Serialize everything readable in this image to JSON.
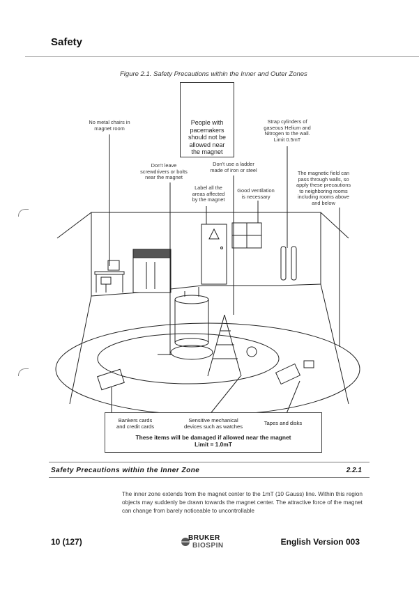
{
  "header": {
    "section_title": "Safety"
  },
  "figure": {
    "caption": "Figure 2.1.   Safety Precautions within the Inner and Outer Zones",
    "warning_sign": [
      "People with",
      "pacemakers",
      "should not be",
      "allowed near",
      "the magnet"
    ],
    "labels": {
      "no_metal_chairs": [
        "No metal chairs in",
        "magnet room"
      ],
      "strap_cylinders": [
        "Strap cylinders of",
        "gaseous Helium and",
        "Nitrogen to the wall.",
        "Limit 0.5mT"
      ],
      "screwdrivers": [
        "Don't leave",
        "screwdrivers or bolts",
        "near the magnet"
      ],
      "ladder": [
        "Don't use a ladder",
        "made of iron or steel"
      ],
      "field_walls": [
        "The magnetic field can",
        "pass through walls, so",
        "apply these precautions",
        "to neighboring rooms",
        "including rooms above",
        "and below"
      ],
      "label_areas": [
        "Label all the",
        "areas affected",
        "by the magnet"
      ],
      "ventilation": [
        "Good ventilation",
        "is necessary"
      ]
    },
    "bottom_box": {
      "bankers": [
        "Bankers cards",
        "and credit cards"
      ],
      "mechanical": [
        "Sensitive mechanical",
        "devices such as watches"
      ],
      "tapes": "Tapes and disks",
      "warning": [
        "These items will be damaged if allowed near the magnet",
        "Limit = 1.0mT"
      ]
    }
  },
  "subsection": {
    "title": "Safety Precautions within the Inner Zone",
    "number": "2.2.1",
    "paragraph": "The inner zone extends from the magnet center to the 1mT (10 Gauss) line. Within this region objects may suddenly be drawn towards the magnet center. The attractive force of the magnet can change from barely noticeable to uncontrollable"
  },
  "footer": {
    "page": "10 (127)",
    "logo_top": "BRUKER",
    "logo_bottom": "BIOSPIN",
    "version": "English Version 003"
  }
}
